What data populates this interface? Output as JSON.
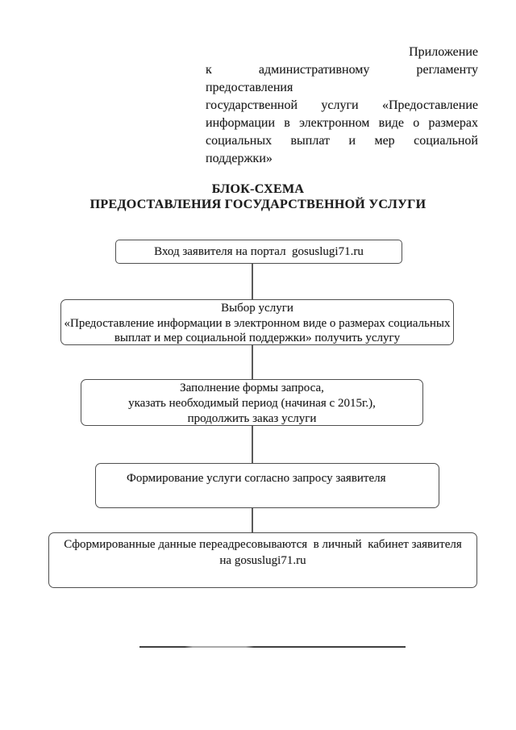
{
  "appendix": {
    "lines": [
      "Приложение",
      "к административному регламенту предоставления",
      "государственной услуги «Предоставление",
      "информации в электронном виде о размерах",
      "социальных выплат и мер социальной поддержки»"
    ]
  },
  "title": {
    "line1": "БЛОК-СХЕМА",
    "line2": "ПРЕДОСТАВЛЕНИЯ ГОСУДАРСТВЕННОЙ УСЛУГИ"
  },
  "flowchart": {
    "steps": [
      {
        "lines": [
          "Вход заявителя на портал  gosuslugi71.ru"
        ]
      },
      {
        "lines": [
          "Выбор услуги",
          "«Предоставление информации в электронном виде о размерах социальных",
          "выплат и мер социальной поддержки» получить услугу"
        ]
      },
      {
        "lines": [
          "Заполнение формы запроса,",
          "указать необходимый период (начиная с 2015г.),",
          "продолжить заказ услуги"
        ]
      },
      {
        "lines": [
          "Формирование услуги согласно запросу заявителя"
        ]
      },
      {
        "lines": [
          "Сформированные данные переадресовываются  в личный  кабинет заявителя",
          "на gosuslugi71.ru"
        ]
      }
    ],
    "portal": "gosuslugi71.ru"
  },
  "colors": {
    "ink": "#1e1e1e",
    "box_border": "#4f4f4f",
    "page_background": "#ffffff",
    "rule_dark": "#3f3f3f",
    "rule_light": "#a9a9a9"
  }
}
